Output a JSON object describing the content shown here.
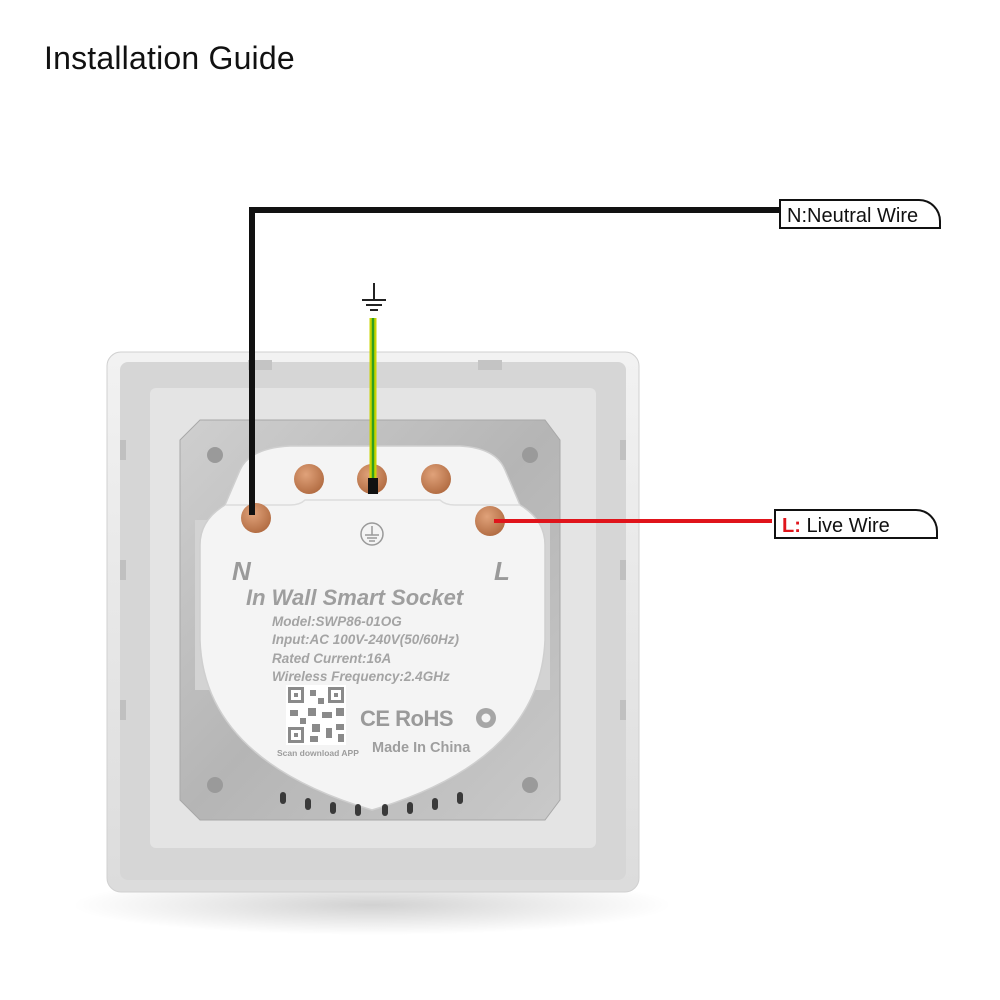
{
  "title": "Installation Guide",
  "labels": {
    "neutral": "N:Neutral Wire",
    "live_prefix": "L:",
    "live_text": "Live Wire"
  },
  "terminals": {
    "n": "N",
    "l": "L"
  },
  "product": {
    "name": "In Wall Smart Socket",
    "model": "Model:SWP86-01OG",
    "input": "Input:AC 100V-240V(50/60Hz)",
    "rated": "Rated Current:16A",
    "wireless": "Wireless Frequency:2.4GHz",
    "scan": "Scan download APP",
    "certifications": "CE RoHS",
    "made_in": "Made In China"
  },
  "colors": {
    "neutral_wire": "#111111",
    "live_wire": "#e0141b",
    "earth_wire_outer": "#c8d400",
    "earth_wire_inner": "#2fa01e",
    "terminal": "#c07a50",
    "plate": "#e9e9e9",
    "bracket": "#bcbcbc",
    "module": "#f3f3f3"
  },
  "icons": {
    "ground": "ground-symbol-icon",
    "module_ground": "earth-circle-icon",
    "qr": "qr-code-icon",
    "recycle": "recycle-icon"
  }
}
